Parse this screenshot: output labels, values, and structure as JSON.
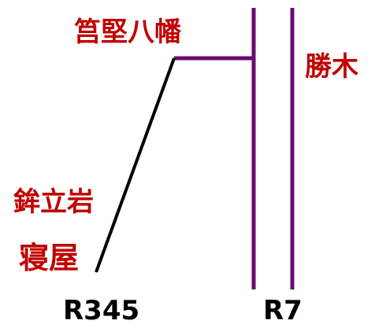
{
  "map": {
    "colors": {
      "place_label": "#c00000",
      "route_label": "#000000",
      "trunk_road": "#6a0a6f",
      "branch_road": "#000000"
    },
    "places": {
      "hamakochi_hachiman": "筥堅八幡",
      "katsuki": "勝木",
      "hokotate_iwa": "鉾立岩",
      "neya": "寝屋"
    },
    "routes": {
      "r345": "R345",
      "r7": "R7"
    }
  }
}
